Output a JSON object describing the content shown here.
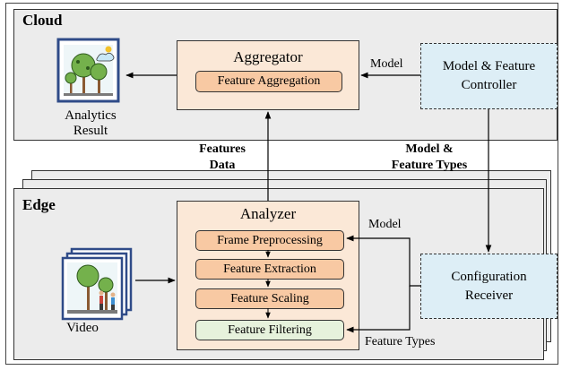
{
  "cloud": {
    "title": "Cloud",
    "aggregator": {
      "title": "Aggregator",
      "component": "Feature Aggregation"
    },
    "controller": {
      "line1": "Model & Feature",
      "line2": "Controller"
    },
    "analytics": {
      "line1": "Analytics",
      "line2": "Result",
      "icon": "tree-icon"
    }
  },
  "edge": {
    "title": "Edge",
    "analyzer": {
      "title": "Analyzer",
      "stages": [
        "Frame Preprocessing",
        "Feature Extraction",
        "Feature Scaling",
        "Feature Filtering"
      ]
    },
    "receiver": {
      "line1": "Configuration",
      "line2": "Receiver"
    },
    "video": {
      "label": "Video",
      "icon": "video-frames-icon"
    }
  },
  "labels": {
    "model_cloud": "Model",
    "model_edge": "Model",
    "features_line1": "Features",
    "features_line2": "Data",
    "model_feature_line1": "Model &",
    "model_feature_line2": "Feature Types",
    "feature_types": "Feature Types"
  },
  "colors": {
    "container_bg": "#ececec",
    "analyzer_bg": "#fbe8d7",
    "stage_bg": "#f8c9a3",
    "filter_bg": "#e6f2dc",
    "controller_bg": "#ddeef6"
  }
}
